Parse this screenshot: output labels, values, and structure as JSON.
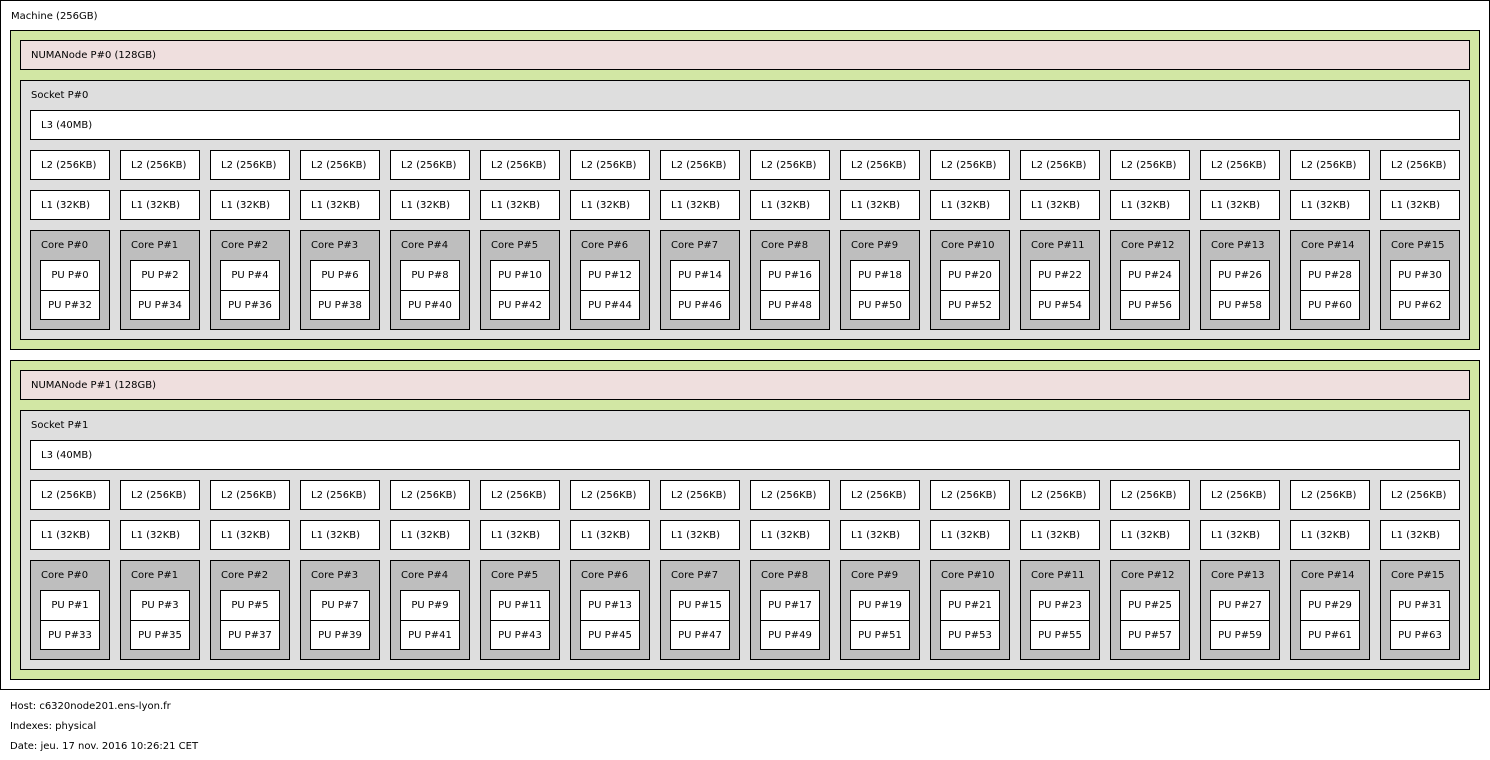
{
  "machine": {
    "label": "Machine (256GB)"
  },
  "packages": [
    {
      "numa_label": "NUMANode P#0 (128GB)",
      "socket_label": "Socket P#0",
      "l3_label": "L3 (40MB)",
      "l2_labels": [
        "L2 (256KB)",
        "L2 (256KB)",
        "L2 (256KB)",
        "L2 (256KB)",
        "L2 (256KB)",
        "L2 (256KB)",
        "L2 (256KB)",
        "L2 (256KB)",
        "L2 (256KB)",
        "L2 (256KB)",
        "L2 (256KB)",
        "L2 (256KB)",
        "L2 (256KB)",
        "L2 (256KB)",
        "L2 (256KB)",
        "L2 (256KB)"
      ],
      "l1_labels": [
        "L1 (32KB)",
        "L1 (32KB)",
        "L1 (32KB)",
        "L1 (32KB)",
        "L1 (32KB)",
        "L1 (32KB)",
        "L1 (32KB)",
        "L1 (32KB)",
        "L1 (32KB)",
        "L1 (32KB)",
        "L1 (32KB)",
        "L1 (32KB)",
        "L1 (32KB)",
        "L1 (32KB)",
        "L1 (32KB)",
        "L1 (32KB)"
      ],
      "cores": [
        {
          "label": "Core P#0",
          "pus": [
            "PU P#0",
            "PU P#32"
          ]
        },
        {
          "label": "Core P#1",
          "pus": [
            "PU P#2",
            "PU P#34"
          ]
        },
        {
          "label": "Core P#2",
          "pus": [
            "PU P#4",
            "PU P#36"
          ]
        },
        {
          "label": "Core P#3",
          "pus": [
            "PU P#6",
            "PU P#38"
          ]
        },
        {
          "label": "Core P#4",
          "pus": [
            "PU P#8",
            "PU P#40"
          ]
        },
        {
          "label": "Core P#5",
          "pus": [
            "PU P#10",
            "PU P#42"
          ]
        },
        {
          "label": "Core P#6",
          "pus": [
            "PU P#12",
            "PU P#44"
          ]
        },
        {
          "label": "Core P#7",
          "pus": [
            "PU P#14",
            "PU P#46"
          ]
        },
        {
          "label": "Core P#8",
          "pus": [
            "PU P#16",
            "PU P#48"
          ]
        },
        {
          "label": "Core P#9",
          "pus": [
            "PU P#18",
            "PU P#50"
          ]
        },
        {
          "label": "Core P#10",
          "pus": [
            "PU P#20",
            "PU P#52"
          ]
        },
        {
          "label": "Core P#11",
          "pus": [
            "PU P#22",
            "PU P#54"
          ]
        },
        {
          "label": "Core P#12",
          "pus": [
            "PU P#24",
            "PU P#56"
          ]
        },
        {
          "label": "Core P#13",
          "pus": [
            "PU P#26",
            "PU P#58"
          ]
        },
        {
          "label": "Core P#14",
          "pus": [
            "PU P#28",
            "PU P#60"
          ]
        },
        {
          "label": "Core P#15",
          "pus": [
            "PU P#30",
            "PU P#62"
          ]
        }
      ]
    },
    {
      "numa_label": "NUMANode P#1 (128GB)",
      "socket_label": "Socket P#1",
      "l3_label": "L3 (40MB)",
      "l2_labels": [
        "L2 (256KB)",
        "L2 (256KB)",
        "L2 (256KB)",
        "L2 (256KB)",
        "L2 (256KB)",
        "L2 (256KB)",
        "L2 (256KB)",
        "L2 (256KB)",
        "L2 (256KB)",
        "L2 (256KB)",
        "L2 (256KB)",
        "L2 (256KB)",
        "L2 (256KB)",
        "L2 (256KB)",
        "L2 (256KB)",
        "L2 (256KB)"
      ],
      "l1_labels": [
        "L1 (32KB)",
        "L1 (32KB)",
        "L1 (32KB)",
        "L1 (32KB)",
        "L1 (32KB)",
        "L1 (32KB)",
        "L1 (32KB)",
        "L1 (32KB)",
        "L1 (32KB)",
        "L1 (32KB)",
        "L1 (32KB)",
        "L1 (32KB)",
        "L1 (32KB)",
        "L1 (32KB)",
        "L1 (32KB)",
        "L1 (32KB)"
      ],
      "cores": [
        {
          "label": "Core P#0",
          "pus": [
            "PU P#1",
            "PU P#33"
          ]
        },
        {
          "label": "Core P#1",
          "pus": [
            "PU P#3",
            "PU P#35"
          ]
        },
        {
          "label": "Core P#2",
          "pus": [
            "PU P#5",
            "PU P#37"
          ]
        },
        {
          "label": "Core P#3",
          "pus": [
            "PU P#7",
            "PU P#39"
          ]
        },
        {
          "label": "Core P#4",
          "pus": [
            "PU P#9",
            "PU P#41"
          ]
        },
        {
          "label": "Core P#5",
          "pus": [
            "PU P#11",
            "PU P#43"
          ]
        },
        {
          "label": "Core P#6",
          "pus": [
            "PU P#13",
            "PU P#45"
          ]
        },
        {
          "label": "Core P#7",
          "pus": [
            "PU P#15",
            "PU P#47"
          ]
        },
        {
          "label": "Core P#8",
          "pus": [
            "PU P#17",
            "PU P#49"
          ]
        },
        {
          "label": "Core P#9",
          "pus": [
            "PU P#19",
            "PU P#51"
          ]
        },
        {
          "label": "Core P#10",
          "pus": [
            "PU P#21",
            "PU P#53"
          ]
        },
        {
          "label": "Core P#11",
          "pus": [
            "PU P#23",
            "PU P#55"
          ]
        },
        {
          "label": "Core P#12",
          "pus": [
            "PU P#25",
            "PU P#57"
          ]
        },
        {
          "label": "Core P#13",
          "pus": [
            "PU P#27",
            "PU P#59"
          ]
        },
        {
          "label": "Core P#14",
          "pus": [
            "PU P#29",
            "PU P#61"
          ]
        },
        {
          "label": "Core P#15",
          "pus": [
            "PU P#31",
            "PU P#63"
          ]
        }
      ]
    }
  ],
  "footer": {
    "host": "Host: c6320node201.ens-lyon.fr",
    "indexes": "Indexes: physical",
    "date": "Date: jeu. 17 nov. 2016 10:26:21 CET"
  },
  "colors": {
    "machine": "#ffffff",
    "numa_package": "#d2e7a4",
    "numa_node": "#efdfde",
    "socket": "#dedede",
    "cache": "#ffffff",
    "core": "#bebebe",
    "pu": "#ffffff"
  }
}
